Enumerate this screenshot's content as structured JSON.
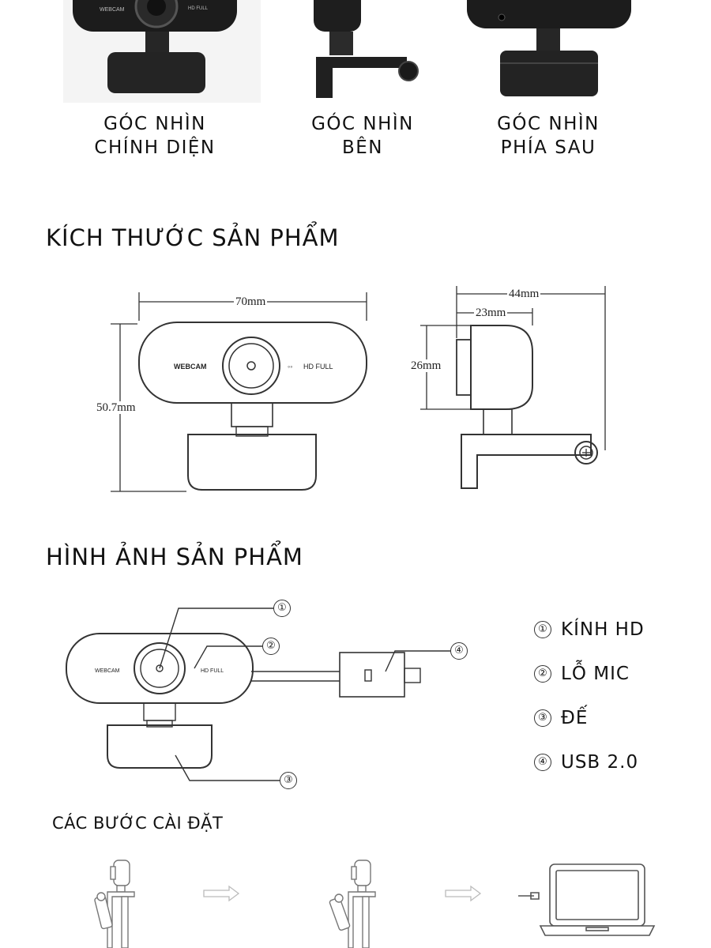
{
  "views": {
    "front": {
      "line1": "GÓC NHÌN",
      "line2": "CHÍNH DIỆN",
      "webcam_text": "WEBCAM",
      "hd_text": "HD FULL"
    },
    "side": {
      "line1": "GÓC NHÌN",
      "line2": "BÊN"
    },
    "rear": {
      "line1": "GÓC NHÌN",
      "line2": "PHÍA SAU"
    }
  },
  "dimensions": {
    "title": "KÍCH THƯỚC SẢN PHẨM",
    "width": "70mm",
    "height": "50.7mm",
    "depth": "44mm",
    "lens_depth": "23mm",
    "camera_height": "26mm",
    "webcam_text": "WEBCAM",
    "hd_text": "HD FULL"
  },
  "product": {
    "title": "HÌNH ẢNH SẢN PHẨM",
    "webcam_text": "WEBCAM",
    "hd_text": "HD FULL",
    "parts": [
      {
        "num": "①",
        "label": "KÍNH HD"
      },
      {
        "num": "②",
        "label": "LỖ MIC"
      },
      {
        "num": "③",
        "label": "ĐẾ"
      },
      {
        "num": "④",
        "label": "USB 2.0"
      }
    ]
  },
  "install": {
    "title": "CÁC BƯỚC CÀI ĐẶT",
    "arrow_icon": "right-arrow-icon",
    "laptop_icon": "laptop-icon"
  }
}
